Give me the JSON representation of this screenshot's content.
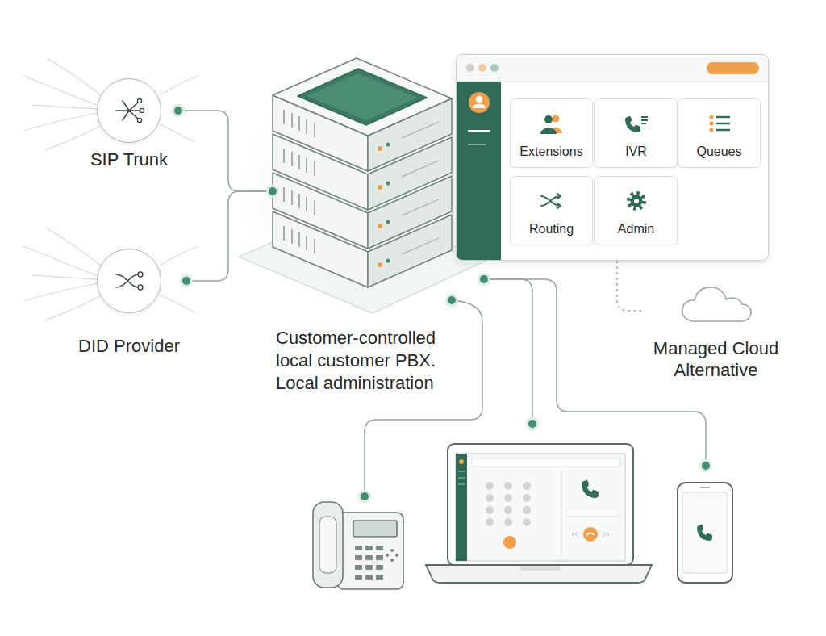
{
  "diagram": {
    "nodes": [
      {
        "text": [
          "SIP Trunk"
        ]
      },
      {
        "text": [
          "DID Provider"
        ]
      },
      {
        "text": [
          "Customer-controlled local customer PBX. Local administration"
        ]
      },
      {
        "text": []
      },
      {
        "text": [
          "Extensions"
        ],
        "in": 3
      },
      {
        "text": [
          "IVR"
        ],
        "in": 3
      },
      {
        "text": [
          "Queues"
        ],
        "in": 3
      },
      {
        "text": [
          "Routing"
        ],
        "in": 3
      },
      {
        "text": [
          "Admin"
        ],
        "in": 3
      },
      {
        "text": [
          "Managed Cloud Alternative"
        ]
      }
    ],
    "edges": [
      {
        "from": 0,
        "to": 2,
        "arrow": "none"
      },
      {
        "from": 1,
        "to": 2,
        "arrow": "none"
      },
      {
        "from": 3,
        "to": 9,
        "arrow": "none"
      }
    ]
  }
}
